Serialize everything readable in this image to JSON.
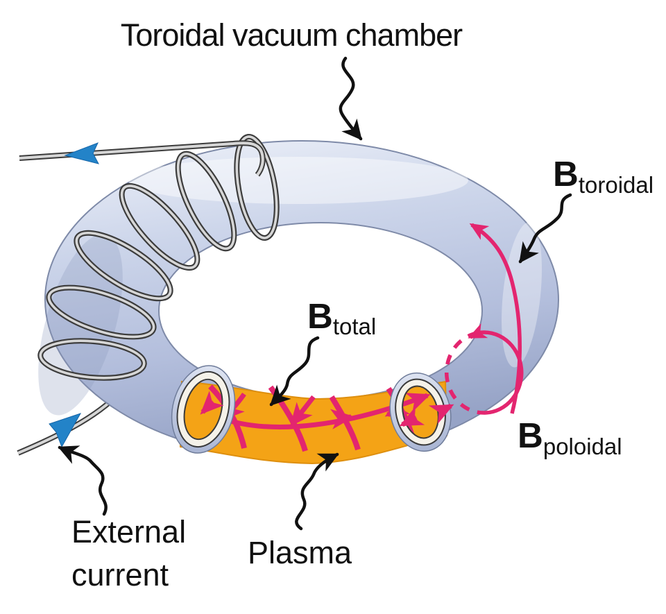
{
  "title": "Toroidal vacuum chamber",
  "labels": {
    "b_toroidal": {
      "main": "B",
      "sub": "toroidal"
    },
    "b_total": {
      "main": "B",
      "sub": "total"
    },
    "b_poloidal": {
      "main": "B",
      "sub": "poloidal"
    },
    "external_current": {
      "line1": "External",
      "line2": "current"
    },
    "plasma": "Plasma"
  },
  "colors": {
    "chamber_blue": "#c5cfe7",
    "chamber_edge": "#7e8aa8",
    "plasma_orange": "#f4a316",
    "field_line_pink": "#e3256f",
    "current_arrow_blue": "#2383c8",
    "coil_wire_gray": "#d6d6d6",
    "coil_wire_dark": "#3c3c3c",
    "text_black": "#111111",
    "background": "#ffffff"
  }
}
